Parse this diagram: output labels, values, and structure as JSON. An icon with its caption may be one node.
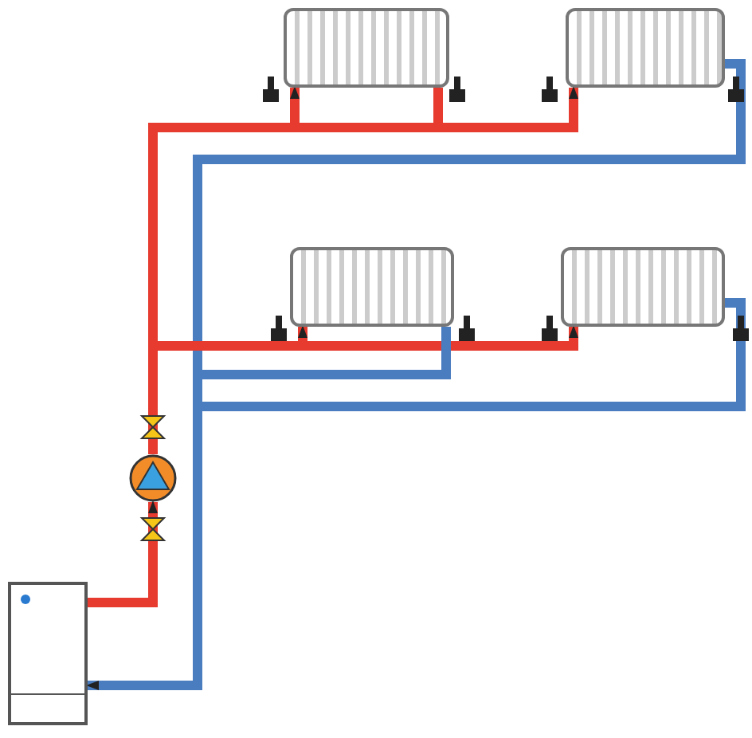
{
  "diagram": {
    "nodes": [
      {
        "text": [],
        "shape": "box"
      },
      {
        "text": [],
        "shape": "box"
      },
      {
        "text": [],
        "shape": "box"
      },
      {
        "text": [],
        "shape": "box"
      },
      {
        "text": [],
        "shape": "circle"
      },
      {
        "text": [],
        "shape": "box"
      }
    ],
    "edges": [
      {
        "from": 5,
        "to": 4,
        "arrow": "to"
      },
      {
        "from": 4,
        "to": 0,
        "arrow": "to"
      },
      {
        "from": 0,
        "to": 1,
        "arrow": "to"
      },
      {
        "from": 4,
        "to": 1,
        "arrow": "to"
      },
      {
        "from": 1,
        "to": 5,
        "arrow": "to",
        "color": "#4a7cc0"
      },
      {
        "from": 4,
        "to": 2,
        "arrow": "to"
      },
      {
        "from": 4,
        "to": 3,
        "arrow": "to"
      },
      {
        "from": 2,
        "to": 5,
        "arrow": "to",
        "color": "#4a7cc0"
      },
      {
        "from": 3,
        "to": 5,
        "arrow": "to",
        "color": "#4a7cc0"
      }
    ]
  }
}
